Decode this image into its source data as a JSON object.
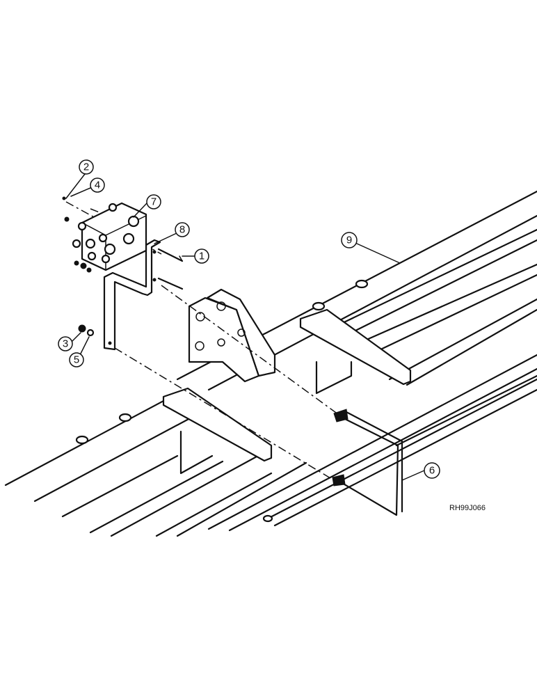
{
  "callouts": [
    {
      "id": "1",
      "label": "1"
    },
    {
      "id": "2",
      "label": "2"
    },
    {
      "id": "3",
      "label": "3"
    },
    {
      "id": "4",
      "label": "4"
    },
    {
      "id": "5",
      "label": "5"
    },
    {
      "id": "6",
      "label": "6"
    },
    {
      "id": "7",
      "label": "7"
    },
    {
      "id": "8",
      "label": "8"
    },
    {
      "id": "9",
      "label": "9"
    }
  ],
  "figure_code": "RH99J066"
}
